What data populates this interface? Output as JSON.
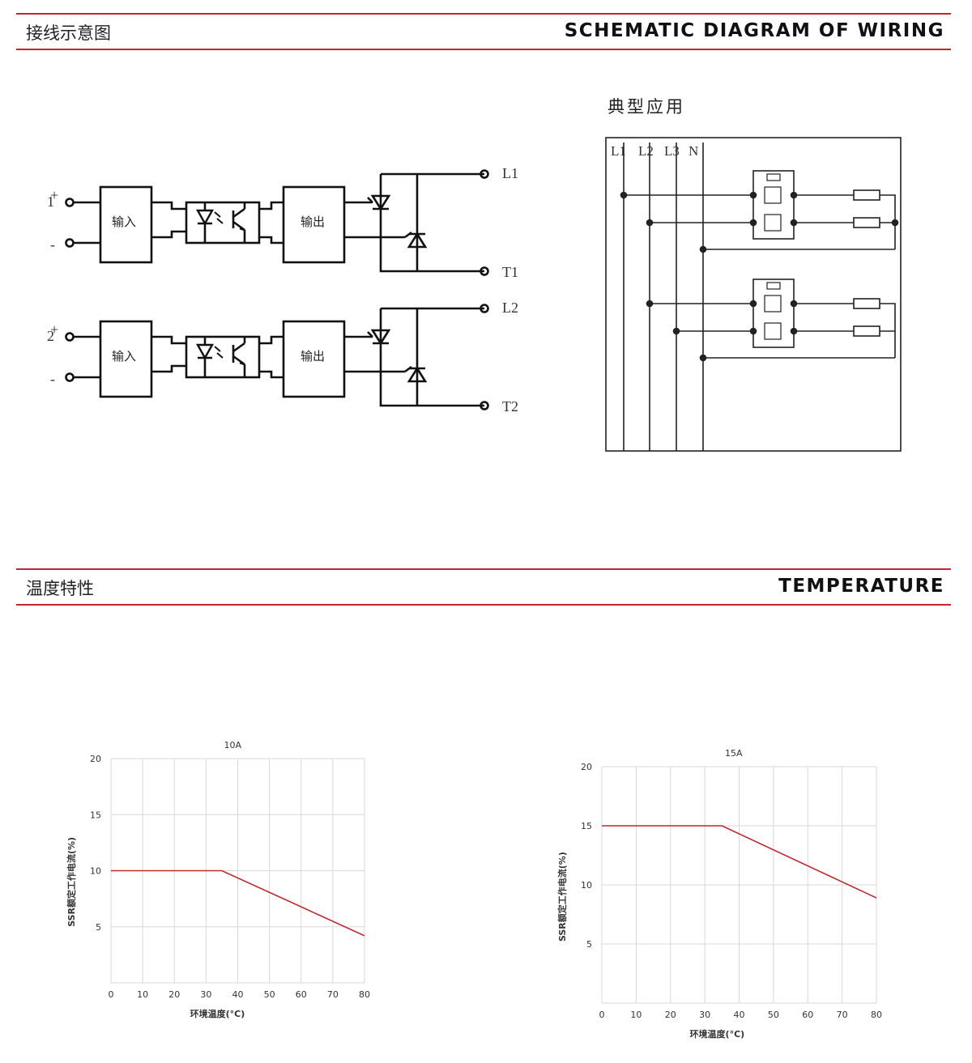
{
  "sections": {
    "wiring": {
      "title_cn": "接线示意图",
      "title_en": "SCHEMATIC DIAGRAM OF WIRING"
    },
    "temperature": {
      "title_cn": "温度特性",
      "title_en": "TEMPERATURE"
    }
  },
  "wiring_diagram": {
    "channels": [
      {
        "number": "1",
        "plus": "+",
        "minus": "-",
        "input_label": "输入",
        "output_label": "输出",
        "line_terminal": "L1",
        "load_terminal": "T1"
      },
      {
        "number": "2",
        "plus": "+",
        "minus": "-",
        "input_label": "输入",
        "output_label": "输出",
        "line_terminal": "L2",
        "load_terminal": "T2"
      }
    ]
  },
  "typical_application": {
    "title": "典型应用",
    "buses": [
      "L1",
      "L2",
      "L3",
      "N"
    ]
  },
  "colors": {
    "accent": "#c0272d",
    "curve": "#c0272d",
    "grid": "#d8d8d8",
    "highlight_grid": "#e8b0b0"
  },
  "chart_data": [
    {
      "type": "line",
      "title": "10A",
      "xlabel": "环境温度(°C)",
      "ylabel": "SSR额定工作电流(%)",
      "x_ticks": [
        0,
        10,
        20,
        30,
        40,
        50,
        60,
        70,
        80
      ],
      "y_ticks": [
        5,
        10,
        15,
        20
      ],
      "xlim": [
        0,
        80
      ],
      "ylim": [
        0,
        20
      ],
      "grid": true,
      "series": [
        {
          "x": [
            0,
            35,
            80
          ],
          "y": [
            10,
            10,
            4.2
          ]
        }
      ]
    },
    {
      "type": "line",
      "title": "15A",
      "xlabel": "环境温度(°C)",
      "ylabel": "SSR额定工作电流(%)",
      "x_ticks": [
        0,
        10,
        20,
        30,
        40,
        50,
        60,
        70,
        80
      ],
      "y_ticks": [
        5,
        10,
        15,
        20
      ],
      "xlim": [
        0,
        80
      ],
      "ylim": [
        0,
        20
      ],
      "grid": true,
      "series": [
        {
          "x": [
            0,
            35,
            80
          ],
          "y": [
            15,
            15,
            8.9
          ]
        }
      ]
    }
  ]
}
